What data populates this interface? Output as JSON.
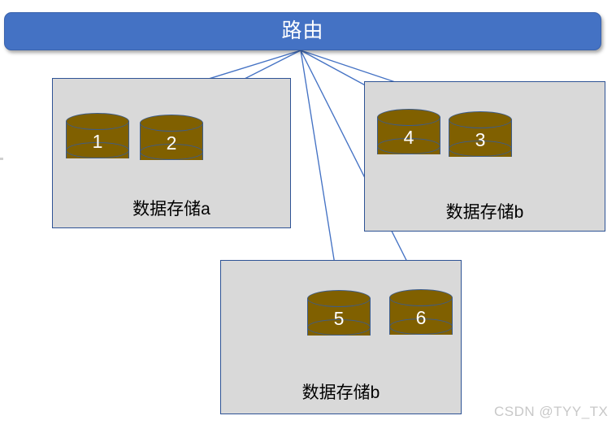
{
  "diagram": {
    "title": "路由",
    "router": {
      "label": "路由",
      "color": "#4472C4",
      "text_color": "#FFFFFF"
    },
    "groups": [
      {
        "id": "store-a",
        "caption": "数据存储a",
        "nodes": [
          {
            "label": "1"
          },
          {
            "label": "2"
          }
        ]
      },
      {
        "id": "store-b-right",
        "caption": "数据存储b",
        "nodes": [
          {
            "label": "4"
          },
          {
            "label": "3"
          }
        ]
      },
      {
        "id": "store-b-bottom",
        "caption": "数据存储b",
        "nodes": [
          {
            "label": "5"
          },
          {
            "label": "6"
          }
        ]
      }
    ],
    "colors": {
      "router_fill": "#4472C4",
      "group_fill": "#D9D9D9",
      "group_border": "#2E5395",
      "cylinder_fill": "#806000",
      "cylinder_border": "#3C5C8C",
      "arrow": "#4472C4",
      "watermark": "#C8C8C8"
    },
    "connections": [
      {
        "from": "路由",
        "to": "1"
      },
      {
        "from": "路由",
        "to": "2"
      },
      {
        "from": "路由",
        "to": "4"
      },
      {
        "from": "路由",
        "to": "3"
      },
      {
        "from": "路由",
        "to": "5"
      },
      {
        "from": "路由",
        "to": "6"
      }
    ]
  },
  "watermark": {
    "text": "CSDN @TYY_TX"
  }
}
